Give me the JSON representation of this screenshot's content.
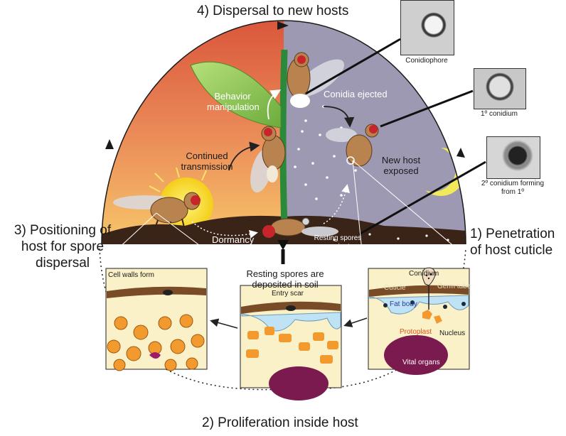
{
  "stages": {
    "dispersal": "4) Dispersal to new hosts",
    "positioning": "3) Positioning of host for spore dispersal",
    "penetration": "1) Penetration of host cuticle",
    "proliferation": "2) Proliferation inside host"
  },
  "scene_labels": {
    "behavior_manipulation": "Behavior manipulation",
    "conidia_ejected": "Conidia ejected",
    "continued_transmission": "Continued transmission",
    "new_host_exposed": "New host exposed",
    "dormancy": "Dormancy",
    "resting_spores_germinate": "Resting spores germinate",
    "resting_spores_deposited": "Resting spores are deposited in soil"
  },
  "micrographs": {
    "conidiophore": "Conidiophore",
    "primary_conidium": "1º conidium",
    "secondary_conidium": "2º conidium forming from 1º"
  },
  "panel_penetration": {
    "conidium": "Conidium",
    "cuticle": "Cuticle",
    "germ_tube": "Germ tube",
    "fat_body": "Fat body",
    "protoplast": "Protoplast",
    "nucleus": "Nucleus",
    "vital_organs": "Vital organs"
  },
  "panel_proliferation": {
    "entry_scar": "Entry scar"
  },
  "panel_cellwalls": {
    "cell_walls_form": "Cell walls form"
  },
  "colors": {
    "sky_day": "#e8845c",
    "sky_night": "#9c98b0",
    "soil": "#3a2418",
    "fungus": "#f29a2e",
    "fat_body": "#bfe3f5",
    "vital_organs": "#7a1a4e",
    "fly_body": "#b8834f",
    "fly_eye": "#c8252a"
  }
}
